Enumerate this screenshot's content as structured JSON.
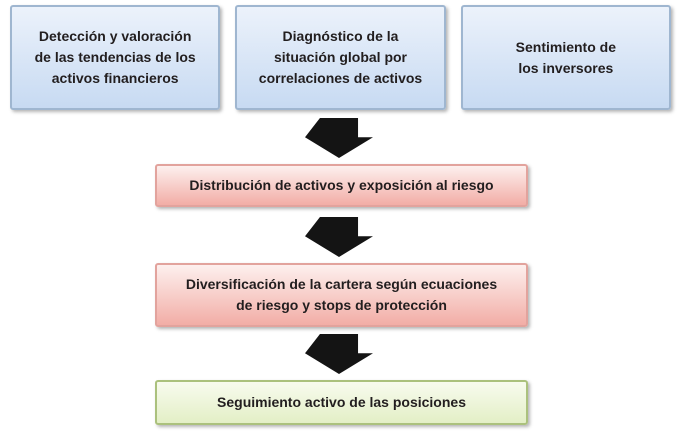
{
  "flow": {
    "sources": [
      {
        "id": "deteccion",
        "lines": [
          "Detección y valoración",
          "de las tendencias de los",
          "activos financieros"
        ]
      },
      {
        "id": "diagnostico",
        "lines": [
          "Diagnóstico de la",
          "situación global por",
          "correlaciones de activos"
        ]
      },
      {
        "id": "sentimiento",
        "lines": [
          "Sentimiento de",
          "los inversores"
        ]
      }
    ],
    "steps": [
      {
        "id": "distribucion",
        "style": "pink",
        "lines": [
          "Distribución de activos y exposición al riesgo"
        ]
      },
      {
        "id": "diversificacion",
        "style": "pink",
        "lines": [
          "Diversificación de la cartera según ecuaciones",
          "de riesgo y stops de protección"
        ]
      },
      {
        "id": "seguimiento",
        "style": "green",
        "lines": [
          "Seguimiento activo de las posiciones"
        ]
      }
    ],
    "colors": {
      "blue_fill_top": "#ecf2fb",
      "blue_fill_bottom": "#c7daf2",
      "blue_border": "#9fb6d0",
      "pink_fill_top": "#fdf0ee",
      "pink_fill_bottom": "#f2ada6",
      "pink_border": "#e2a39d",
      "green_fill_top": "#f8fbee",
      "green_fill_bottom": "#e3efc6",
      "green_border": "#abc17d",
      "arrow": "#141414",
      "text": "#221e1f",
      "background": "#ffffff"
    }
  }
}
